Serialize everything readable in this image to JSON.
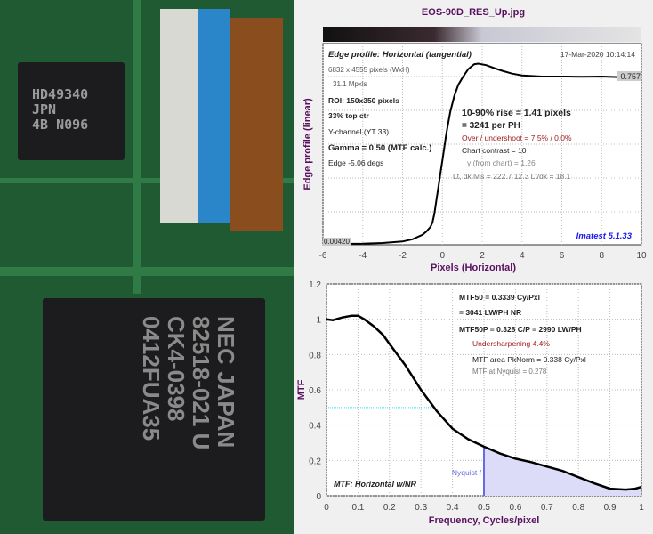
{
  "photo": {
    "chip1_text": "HD49340\nJPN\n4B N096",
    "chip2_text": "NEC JAPAN\n82518-021 U\nCK4-0398\n0412FUA35"
  },
  "chart_data": [
    {
      "type": "line",
      "title": "EOS-90D_RES_Up.jpg",
      "subtitle": "Edge profile: Horizontal (tangential)",
      "timestamp": "17-Mar-2020 10:14:14",
      "xlabel": "Pixels (Horizontal)",
      "ylabel": "Edge profile (linear)",
      "xlim": [
        -6,
        10
      ],
      "ylim": [
        0,
        0.905
      ],
      "xticks": [
        "-6",
        "-4",
        "-2",
        "0",
        "2",
        "4",
        "6",
        "8",
        "10"
      ],
      "x": [
        -6,
        -4,
        -3,
        -2,
        -1.5,
        -1,
        -0.8,
        -0.6,
        -0.5,
        -0.4,
        -0.3,
        -0.2,
        -0.1,
        0,
        0.2,
        0.4,
        0.6,
        0.8,
        1,
        1.3,
        1.6,
        1.8,
        2.2,
        2.6,
        3,
        3.5,
        4,
        5,
        6,
        7,
        8,
        9,
        10
      ],
      "y": [
        0.004,
        0.005,
        0.008,
        0.015,
        0.025,
        0.045,
        0.06,
        0.08,
        0.1,
        0.14,
        0.2,
        0.26,
        0.32,
        0.38,
        0.5,
        0.6,
        0.67,
        0.72,
        0.75,
        0.79,
        0.812,
        0.815,
        0.808,
        0.795,
        0.783,
        0.77,
        0.762,
        0.757,
        0.757,
        0.756,
        0.757,
        0.754,
        0.757
      ],
      "level_labels": {
        "high": "0.757",
        "low": "0.00420"
      },
      "annotations": {
        "dims": "6832 x 4555 pixels (WxH)",
        "mpx": "31.1 Mpxls",
        "roi": "ROI:  150x350 pixels",
        "loc": "33% top ctr",
        "channel": "Y-channel  (YT 33)",
        "gamma": "Gamma = 0.50 (MTF calc.)",
        "edge": "Edge  -5.06 degs",
        "rise": "10-90% rise = 1.41 pixels",
        "perph": "=   3241 per PH",
        "overshoot": "Over / undershoot =  7.5% /  0.0%",
        "contrast": "Chart contrast = 10",
        "gamma_chart": "γ (from chart) =  1.26",
        "levels": "Lt, dk lvls = 222.7  12.3  Lt/dk = 18.1",
        "version": "Imatest 5.1.33"
      }
    },
    {
      "type": "line",
      "xlabel": "Frequency, Cycles/pixel",
      "ylabel": "MTF",
      "xlim": [
        0,
        1
      ],
      "ylim": [
        0,
        1.2
      ],
      "xticks": [
        "0",
        "0.1",
        "0.2",
        "0.3",
        "0.4",
        "0.5",
        "0.6",
        "0.7",
        "0.8",
        "0.9",
        "1"
      ],
      "yticks": [
        "0",
        "0.2",
        "0.4",
        "0.6",
        "0.8",
        "1",
        "1.2"
      ],
      "x": [
        0,
        0.02,
        0.05,
        0.08,
        0.1,
        0.12,
        0.15,
        0.18,
        0.2,
        0.25,
        0.3,
        0.35,
        0.4,
        0.45,
        0.5,
        0.55,
        0.6,
        0.65,
        0.7,
        0.75,
        0.8,
        0.85,
        0.9,
        0.95,
        0.98,
        1.0
      ],
      "y": [
        1.0,
        0.995,
        1.01,
        1.02,
        1.02,
        1.0,
        0.96,
        0.91,
        0.86,
        0.74,
        0.6,
        0.48,
        0.38,
        0.32,
        0.278,
        0.24,
        0.21,
        0.19,
        0.165,
        0.14,
        0.105,
        0.07,
        0.04,
        0.035,
        0.04,
        0.05
      ],
      "mtf50_level": 0.5,
      "mtf50_freq": 0.3339,
      "nyquist": 0.5,
      "annotations": {
        "mtf50": "MTF50 = 0.3339 Cy/Pxl",
        "lwph": "= 3041 LW/PH  NR",
        "mtf50p": "MTF50P = 0.328 C/P = 2990 LW/PH",
        "under": "Undersharpening  4.4%",
        "area": "MTF area PkNorm = 0.338 Cy/Pxl",
        "nyq": "MTF at Nyquist = 0.278",
        "nyqlabel": "Nyquist f",
        "title": "MTF: Horizontal w/NR"
      }
    }
  ],
  "colors": {
    "title": "#5a1060",
    "overshoot": "#a02020",
    "version": "#1a1aee",
    "nyquist": "#6a6ae0",
    "fill": "#dcdcf8",
    "mtf50": "#40e0e0"
  }
}
